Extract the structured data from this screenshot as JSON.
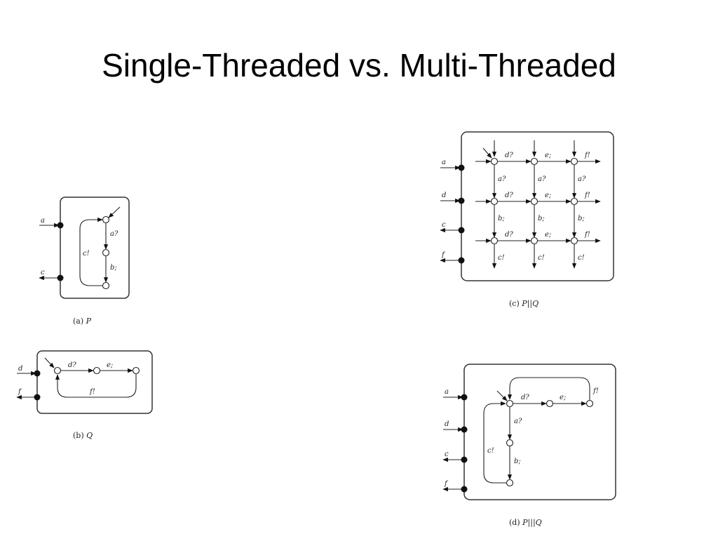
{
  "title": "Single-Threaded vs. Multi-Threaded",
  "diagrams": {
    "a": {
      "caption_prefix": "(a)",
      "caption_name": "P",
      "ports": [
        "a",
        "c"
      ],
      "transitions": [
        "a?",
        "b;",
        "c!"
      ]
    },
    "b": {
      "caption_prefix": "(b)",
      "caption_name": "Q",
      "ports": [
        "d",
        "f"
      ],
      "transitions": [
        "d?",
        "e;",
        "f!"
      ]
    },
    "c": {
      "caption_prefix": "(c)",
      "caption_name": "P||Q",
      "ports": [
        "a",
        "d",
        "c",
        "f"
      ],
      "row_labels": [
        "d?",
        "e;",
        "f!"
      ],
      "col_labels": [
        "a?",
        "b;",
        "c!"
      ]
    },
    "d": {
      "caption_prefix": "(d)",
      "caption_name": "P|||Q",
      "ports": [
        "a",
        "d",
        "c",
        "f"
      ],
      "transitions": [
        "d?",
        "e;",
        "f!",
        "a?",
        "b;",
        "c!"
      ]
    }
  }
}
